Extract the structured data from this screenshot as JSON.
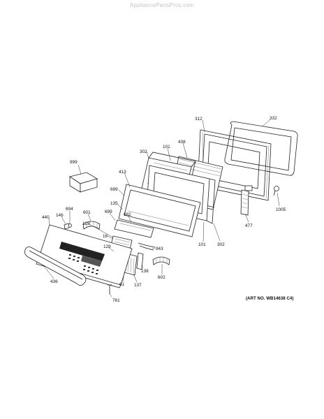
{
  "watermark": "AppliancePartsPros.com",
  "art_number": "(ART NO. WB14638 C4)",
  "callouts": [
    {
      "id": "c312",
      "text": "312"
    },
    {
      "id": "c332",
      "text": "332"
    },
    {
      "id": "c438",
      "text": "438"
    },
    {
      "id": "c101a",
      "text": "101"
    },
    {
      "id": "c302a",
      "text": "302"
    },
    {
      "id": "c999",
      "text": "999"
    },
    {
      "id": "c413",
      "text": "413"
    },
    {
      "id": "c699a",
      "text": "699"
    },
    {
      "id": "c135",
      "text": "135"
    },
    {
      "id": "c1005",
      "text": "1005"
    },
    {
      "id": "c694",
      "text": "694"
    },
    {
      "id": "c146",
      "text": "146"
    },
    {
      "id": "c440",
      "text": "440"
    },
    {
      "id": "c601",
      "text": "601"
    },
    {
      "id": "c699b",
      "text": "699"
    },
    {
      "id": "c682",
      "text": "682"
    },
    {
      "id": "c119",
      "text": "119"
    },
    {
      "id": "c477",
      "text": "477"
    },
    {
      "id": "c16",
      "text": "16"
    },
    {
      "id": "c943",
      "text": "943"
    },
    {
      "id": "c101b",
      "text": "101"
    },
    {
      "id": "c302b",
      "text": "302"
    },
    {
      "id": "c129",
      "text": "129"
    },
    {
      "id": "c138",
      "text": "138"
    },
    {
      "id": "c602",
      "text": "602"
    },
    {
      "id": "c436",
      "text": "436"
    },
    {
      "id": "c61",
      "text": "61"
    },
    {
      "id": "c137",
      "text": "137"
    },
    {
      "id": "c761",
      "text": "761"
    }
  ]
}
